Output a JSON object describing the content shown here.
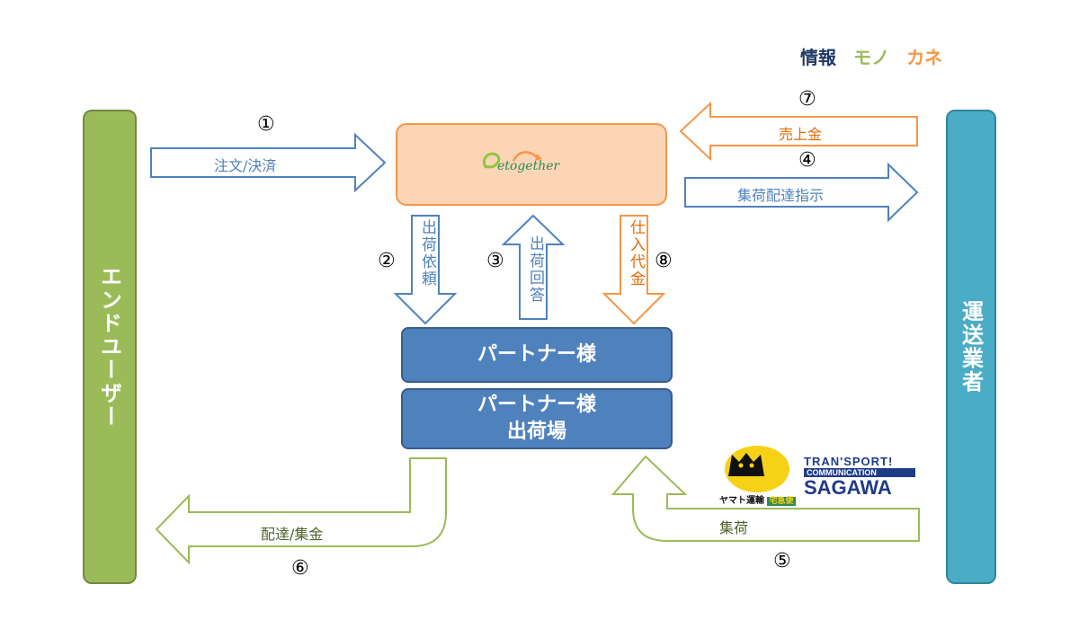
{
  "legend": {
    "info": "情報",
    "goods": "モノ",
    "money": "カネ",
    "info_color": "#1f3864",
    "goods_color": "#9bbb59",
    "money_color": "#f79646"
  },
  "actors": {
    "end_user": "エンドユーザー",
    "carrier": "運送業者",
    "center_logo": "etogether",
    "partner": "パートナー様",
    "partner_warehouse_line1": "パートナー様",
    "partner_warehouse_line2": "出荷場"
  },
  "flows": [
    {
      "num": "①",
      "label": "注文/決済",
      "type": "info"
    },
    {
      "num": "②",
      "label": "出荷依頼",
      "type": "info"
    },
    {
      "num": "③",
      "label": "出荷回答",
      "type": "info"
    },
    {
      "num": "④",
      "label": "集荷配達指示",
      "type": "info"
    },
    {
      "num": "⑤",
      "label": "集荷",
      "type": "goods"
    },
    {
      "num": "⑥",
      "label": "配達/集金",
      "type": "goods"
    },
    {
      "num": "⑦",
      "label": "売上金",
      "type": "money"
    },
    {
      "num": "⑧",
      "label": "仕入代金",
      "type": "money"
    }
  ],
  "carrier_logos": {
    "yamato": "ヤマト運輸",
    "yamato_badge": "宅急便",
    "sagawa_line1": "TRAN'SPORT!",
    "sagawa_line2": "COMMUNICATION",
    "sagawa_line3": "SAGAWA"
  }
}
